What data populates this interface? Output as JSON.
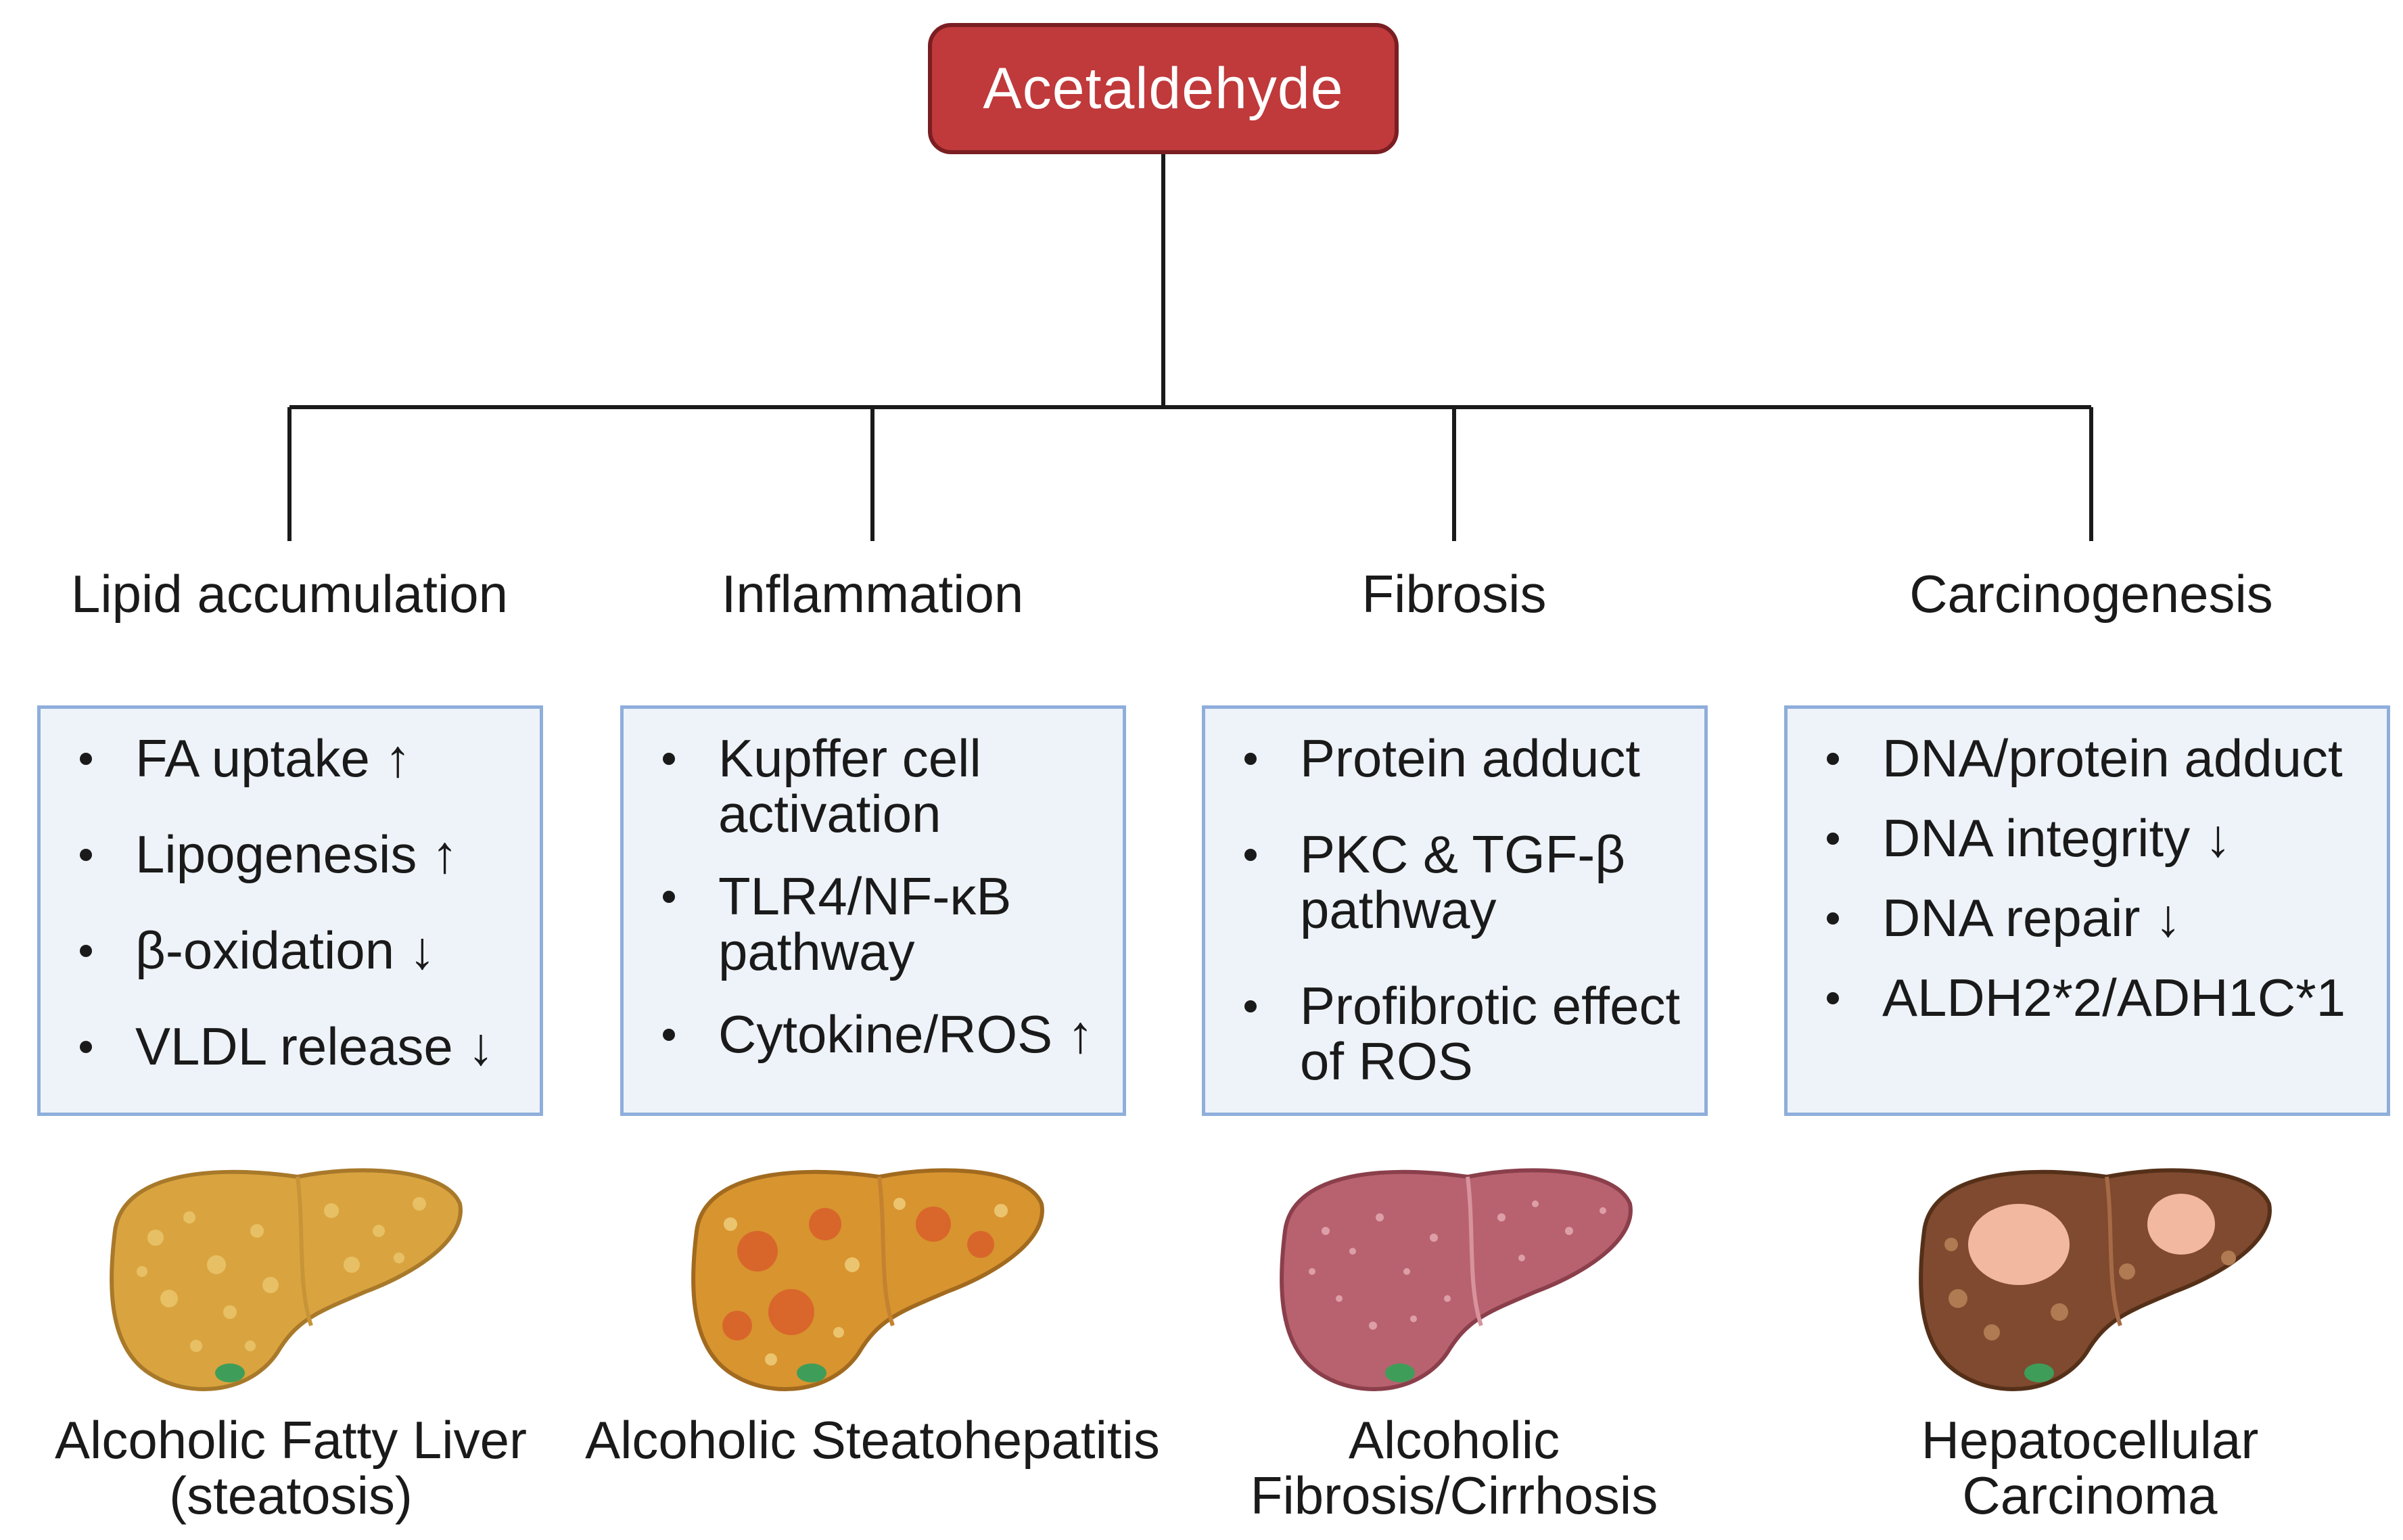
{
  "root": {
    "label": "Acetaldehyde"
  },
  "columns": [
    {
      "category": "Lipid accumulation",
      "bullets": [
        "FA uptake ↑",
        "Lipogenesis ↑",
        "β-oxidation ↓",
        "VLDL release ↓"
      ],
      "stage": "Alcoholic Fatty Liver (steatosis)",
      "liver_icon": "fatty-liver-icon",
      "liver_color": "#d9a43f"
    },
    {
      "category": "Inflammation",
      "bullets": [
        "Kupffer cell activation",
        "TLR4/NF-κB pathway",
        "Cytokine/ROS ↑"
      ],
      "stage": "Alcoholic Steatohepatitis",
      "liver_icon": "steatohepatitis-liver-icon",
      "liver_color": "#d8942f"
    },
    {
      "category": "Fibrosis",
      "bullets": [
        "Protein adduct",
        "PKC & TGF-β pathway",
        "Profibrotic effect of ROS"
      ],
      "stage": "Alcoholic Fibrosis/Cirrhosis",
      "liver_icon": "cirrhotic-liver-icon",
      "liver_color": "#b9626f"
    },
    {
      "category": "Carcinogenesis",
      "bullets": [
        "DNA/protein adduct",
        "DNA integrity ↓",
        "DNA repair ↓",
        "ALDH2*2/ADH1C*1"
      ],
      "stage": "Hepatocellular Carcinoma",
      "liver_icon": "carcinoma-liver-icon",
      "liver_color": "#7f4a2f"
    }
  ],
  "colors": {
    "root_fill": "#c0393b",
    "box_fill": "#eef3f9",
    "box_border": "#8eaedb",
    "gallbladder": "#3f9d5a"
  }
}
